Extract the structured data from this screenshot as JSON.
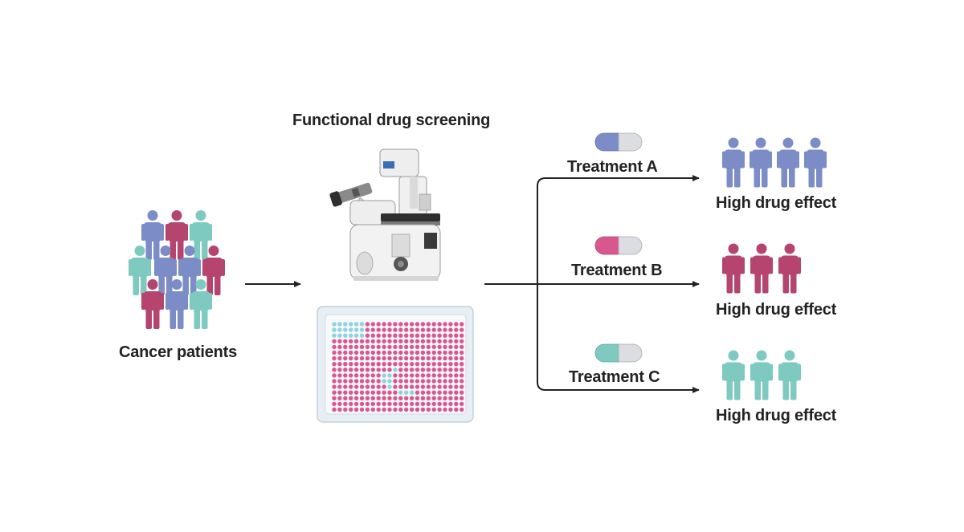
{
  "labels": {
    "screening_title": "Functional drug screening",
    "patients_label": "Cancer patients"
  },
  "treatments": [
    {
      "name": "Treatment A",
      "effect": "High drug effect",
      "color": "#7b8cc6"
    },
    {
      "name": "Treatment B",
      "effect": "High drug effect",
      "color": "#b5446e"
    },
    {
      "name": "Treatment C",
      "effect": "High drug effect",
      "color": "#7ecac0"
    }
  ],
  "colors": {
    "patient_blue": "#7b8cc6",
    "patient_magenta": "#b5446e",
    "patient_teal": "#7ecac0",
    "well_pink": "#d9578f",
    "well_cyan": "#8fd3e0",
    "arrow": "#222222"
  },
  "icons": {
    "microscope": "inverted-microscope-icon",
    "plate": "384-well-plate-icon",
    "capsule": "capsule-icon",
    "person": "person-icon"
  }
}
